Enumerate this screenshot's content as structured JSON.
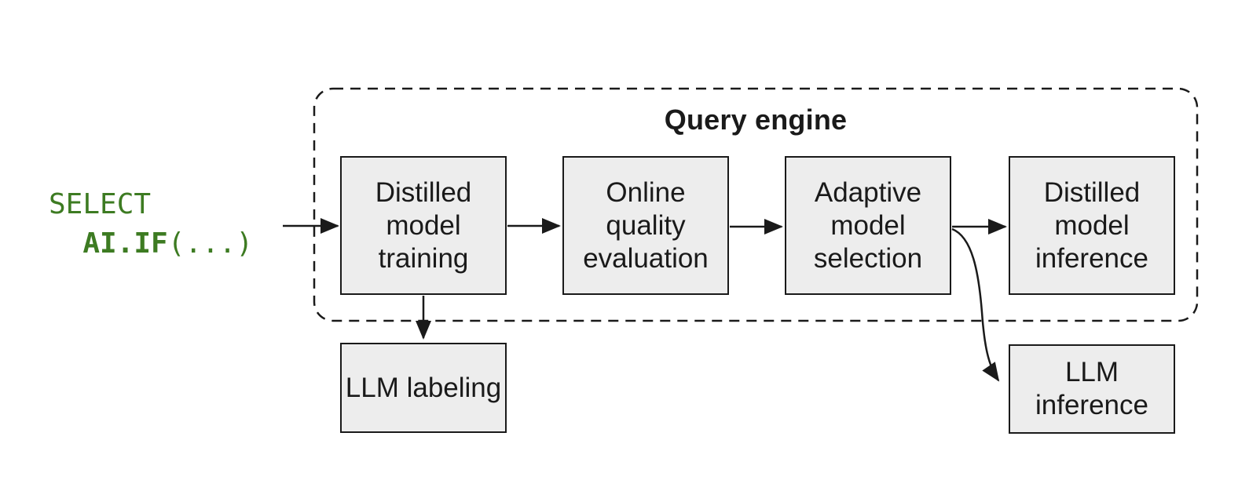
{
  "query": {
    "line1": "SELECT",
    "line2_indent": "  ",
    "line2_function": "AI.IF",
    "line2_args": "(...)"
  },
  "container": {
    "title": "Query engine"
  },
  "pipeline": [
    {
      "id": "distilled-model-training",
      "label": "Distilled model training"
    },
    {
      "id": "online-quality-evaluation",
      "label": "Online quality evaluation"
    },
    {
      "id": "adaptive-model-selection",
      "label": "Adaptive model selection"
    },
    {
      "id": "distilled-model-inference",
      "label": "Distilled model inference"
    }
  ],
  "external": [
    {
      "id": "llm-labeling",
      "label": "LLM labeling"
    },
    {
      "id": "llm-inference",
      "label": "LLM inference"
    }
  ],
  "edges": [
    {
      "from": "query-text",
      "to": "distilled-model-training"
    },
    {
      "from": "distilled-model-training",
      "to": "online-quality-evaluation"
    },
    {
      "from": "online-quality-evaluation",
      "to": "adaptive-model-selection"
    },
    {
      "from": "adaptive-model-selection",
      "to": "distilled-model-inference"
    },
    {
      "from": "distilled-model-training",
      "to": "llm-labeling"
    },
    {
      "from": "adaptive-model-selection",
      "to": "llm-inference"
    }
  ],
  "colors": {
    "codeGreen": "#3d7b22",
    "boxFill": "#ededed",
    "stroke": "#1a1a1a"
  }
}
